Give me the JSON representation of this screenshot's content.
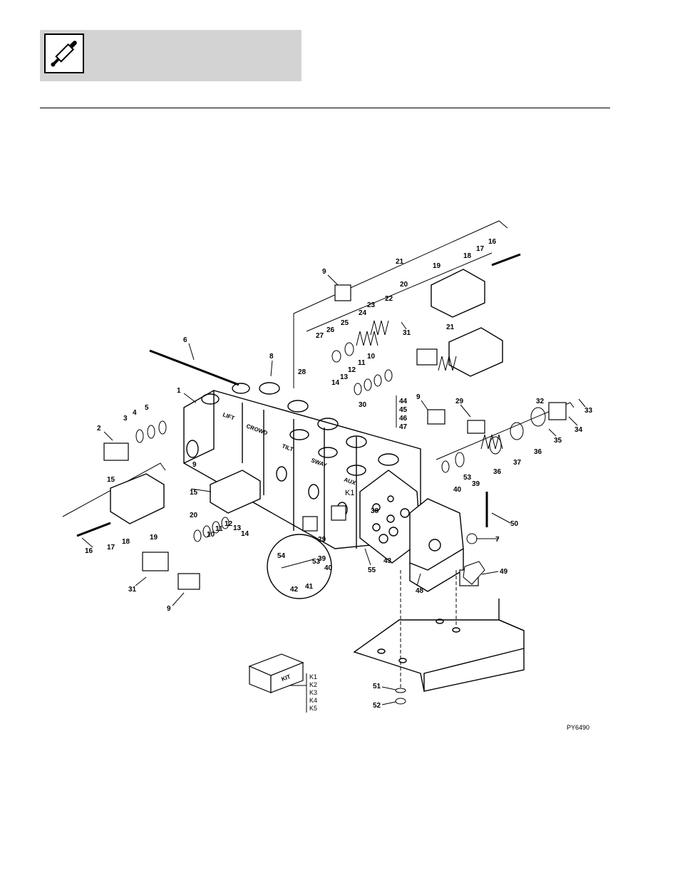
{
  "header": {
    "icon": "hydraulic-cylinder-icon",
    "title": ""
  },
  "figure": {
    "reference": "PY6490",
    "section_labels": [
      "LIFT",
      "CROWD",
      "TILT",
      "SWAY",
      "AUX",
      "K1"
    ],
    "kit": {
      "box_label": "KIT",
      "codes": [
        "K1",
        "K2",
        "K3",
        "K4",
        "K5"
      ]
    },
    "callouts": [
      {
        "id": "c1",
        "text": "1"
      },
      {
        "id": "c2",
        "text": "2"
      },
      {
        "id": "c3",
        "text": "3"
      },
      {
        "id": "c4",
        "text": "4"
      },
      {
        "id": "c5",
        "text": "5"
      },
      {
        "id": "c6",
        "text": "6"
      },
      {
        "id": "c7",
        "text": "7"
      },
      {
        "id": "c8",
        "text": "8"
      },
      {
        "id": "c9a",
        "text": "9"
      },
      {
        "id": "c9b",
        "text": "9"
      },
      {
        "id": "c9c",
        "text": "9"
      },
      {
        "id": "c9d",
        "text": "9"
      },
      {
        "id": "c10a",
        "text": "10"
      },
      {
        "id": "c10b",
        "text": "10"
      },
      {
        "id": "c11a",
        "text": "11"
      },
      {
        "id": "c11b",
        "text": "11"
      },
      {
        "id": "c12a",
        "text": "12"
      },
      {
        "id": "c12b",
        "text": "12"
      },
      {
        "id": "c13a",
        "text": "13"
      },
      {
        "id": "c13b",
        "text": "13"
      },
      {
        "id": "c14a",
        "text": "14"
      },
      {
        "id": "c14b",
        "text": "14"
      },
      {
        "id": "c15a",
        "text": "15"
      },
      {
        "id": "c15b",
        "text": "15"
      },
      {
        "id": "c16a",
        "text": "16"
      },
      {
        "id": "c16b",
        "text": "16"
      },
      {
        "id": "c17a",
        "text": "17"
      },
      {
        "id": "c17b",
        "text": "17"
      },
      {
        "id": "c18a",
        "text": "18"
      },
      {
        "id": "c18b",
        "text": "18"
      },
      {
        "id": "c19a",
        "text": "19"
      },
      {
        "id": "c19b",
        "text": "19"
      },
      {
        "id": "c20a",
        "text": "20"
      },
      {
        "id": "c20b",
        "text": "20"
      },
      {
        "id": "c21a",
        "text": "21"
      },
      {
        "id": "c21b",
        "text": "21"
      },
      {
        "id": "c22",
        "text": "22"
      },
      {
        "id": "c23",
        "text": "23"
      },
      {
        "id": "c24",
        "text": "24"
      },
      {
        "id": "c25",
        "text": "25"
      },
      {
        "id": "c26",
        "text": "26"
      },
      {
        "id": "c27",
        "text": "27"
      },
      {
        "id": "c28",
        "text": "28"
      },
      {
        "id": "c29a",
        "text": "29"
      },
      {
        "id": "c29b",
        "text": "29"
      },
      {
        "id": "c30",
        "text": "30"
      },
      {
        "id": "c31a",
        "text": "31"
      },
      {
        "id": "c31b",
        "text": "31"
      },
      {
        "id": "c32",
        "text": "32"
      },
      {
        "id": "c33",
        "text": "33"
      },
      {
        "id": "c34",
        "text": "34"
      },
      {
        "id": "c35",
        "text": "35"
      },
      {
        "id": "c36a",
        "text": "36"
      },
      {
        "id": "c36b",
        "text": "36"
      },
      {
        "id": "c37",
        "text": "37"
      },
      {
        "id": "c38",
        "text": "38"
      },
      {
        "id": "c39a",
        "text": "39"
      },
      {
        "id": "c39b",
        "text": "39"
      },
      {
        "id": "c40a",
        "text": "40"
      },
      {
        "id": "c40b",
        "text": "40"
      },
      {
        "id": "c41",
        "text": "41"
      },
      {
        "id": "c42",
        "text": "42"
      },
      {
        "id": "c43",
        "text": "43"
      },
      {
        "id": "c44",
        "text": "44"
      },
      {
        "id": "c45",
        "text": "45"
      },
      {
        "id": "c46",
        "text": "46"
      },
      {
        "id": "c47",
        "text": "47"
      },
      {
        "id": "c48",
        "text": "48"
      },
      {
        "id": "c49",
        "text": "49"
      },
      {
        "id": "c50",
        "text": "50"
      },
      {
        "id": "c51",
        "text": "51"
      },
      {
        "id": "c52",
        "text": "52"
      },
      {
        "id": "c53a",
        "text": "53"
      },
      {
        "id": "c53b",
        "text": "53"
      },
      {
        "id": "c54",
        "text": "54"
      },
      {
        "id": "c55",
        "text": "55"
      }
    ]
  }
}
